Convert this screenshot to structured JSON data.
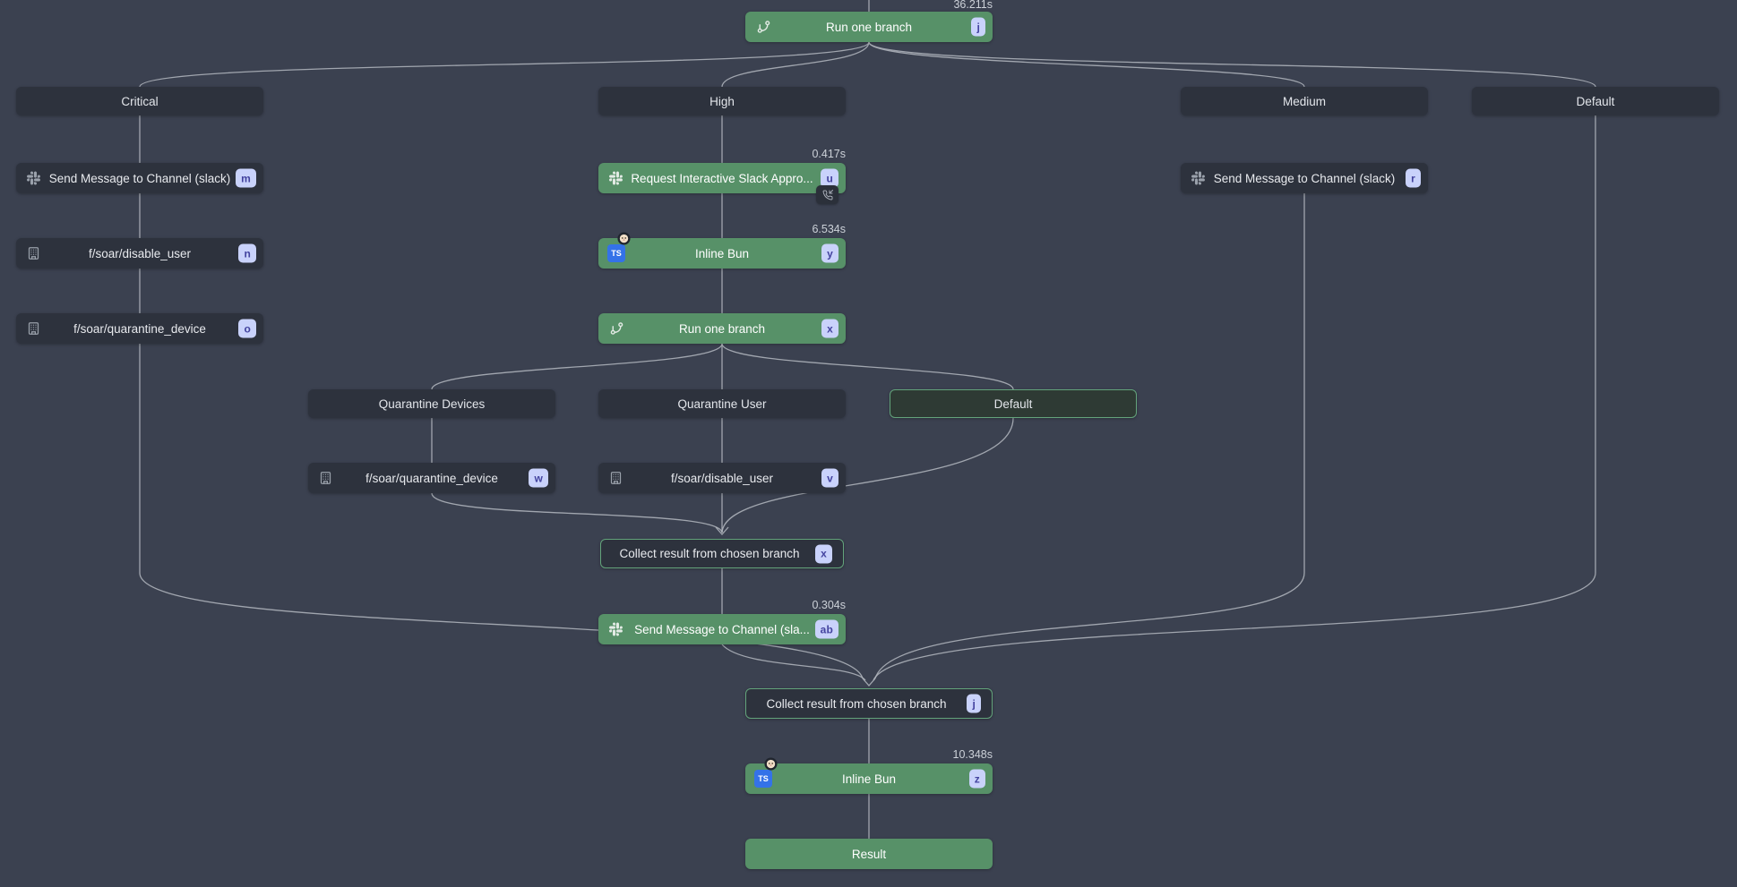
{
  "colors": {
    "canvas_bg": "#3b4150",
    "node_dark_bg": "#2d323d",
    "node_success_green": "#579168",
    "selected_branch_border": "#63a37b",
    "badge_bg": "#c9d2fb",
    "badge_text": "#43439f",
    "edge": "#b4b8c0",
    "timing_text": "#ccd1d8"
  },
  "icons": {
    "branch": "git-branch-icon",
    "slack": "slack-icon",
    "script": "building-icon",
    "typescript_badge_text": "TS",
    "bun": "bun-icon",
    "suspend": "phone-incoming-icon"
  },
  "nodes": {
    "run_one_branch_top": {
      "label": "Run one branch",
      "badge": "j",
      "timing": "36.211s"
    },
    "branch_critical": {
      "label": "Critical"
    },
    "branch_high": {
      "label": "High"
    },
    "branch_medium": {
      "label": "Medium"
    },
    "branch_default": {
      "label": "Default"
    },
    "critical_send_message": {
      "label": "Send Message to Channel (slack)",
      "badge": "m"
    },
    "critical_disable_user": {
      "label": "f/soar/disable_user",
      "badge": "n"
    },
    "critical_quarantine_device": {
      "label": "f/soar/quarantine_device",
      "badge": "o"
    },
    "high_request_approval": {
      "label": "Request Interactive Slack Appro...",
      "badge": "u",
      "timing": "0.417s"
    },
    "high_inline_bun": {
      "label": "Inline Bun",
      "badge": "y",
      "timing": "6.534s"
    },
    "high_run_one_branch": {
      "label": "Run one branch",
      "badge": "x"
    },
    "sub_branch_quarantine_devices": {
      "label": "Quarantine Devices"
    },
    "sub_branch_quarantine_user": {
      "label": "Quarantine User"
    },
    "sub_branch_default": {
      "label": "Default"
    },
    "sub_quarantine_device_script": {
      "label": "f/soar/quarantine_device",
      "badge": "w"
    },
    "sub_disable_user_script": {
      "label": "f/soar/disable_user",
      "badge": "v"
    },
    "collect_inner": {
      "label": "Collect result from chosen branch",
      "badge": "x"
    },
    "high_send_message": {
      "label": "Send Message to Channel (sla...",
      "badge": "ab",
      "timing": "0.304s"
    },
    "medium_send_message": {
      "label": "Send Message to Channel (slack)",
      "badge": "r"
    },
    "collect_outer": {
      "label": "Collect result from chosen branch",
      "badge": "j"
    },
    "final_inline_bun": {
      "label": "Inline Bun",
      "badge": "z",
      "timing": "10.348s"
    },
    "result": {
      "label": "Result"
    }
  }
}
